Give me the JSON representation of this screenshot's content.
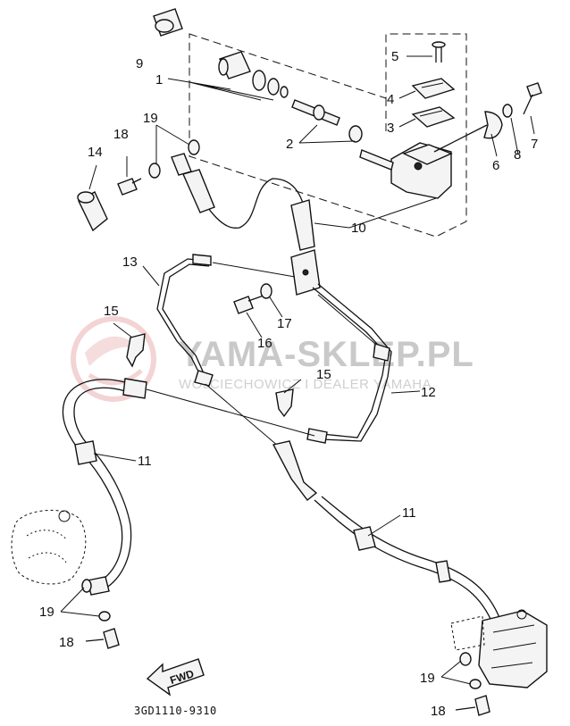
{
  "diagram": {
    "callouts": {
      "c1": "1",
      "c2": "2",
      "c3": "3",
      "c4": "4",
      "c5": "5",
      "c6": "6",
      "c7": "7",
      "c8": "8",
      "c9": "9",
      "c10": "10",
      "c11a": "11",
      "c11b": "11",
      "c12": "12",
      "c13": "13",
      "c14": "14",
      "c15a": "15",
      "c15b": "15",
      "c16": "16",
      "c17": "17",
      "c18a": "18",
      "c18b": "18",
      "c18c": "18",
      "c19a": "19",
      "c19b": "19",
      "c19c": "19"
    },
    "drawing_code": "3GD1110-9310",
    "fwd_label": "FWD"
  },
  "watermark": {
    "brand": "YAMA-SKLEP.PL",
    "dealer": "WOJCIECHOWICZ I DEALER YAMAHA"
  }
}
